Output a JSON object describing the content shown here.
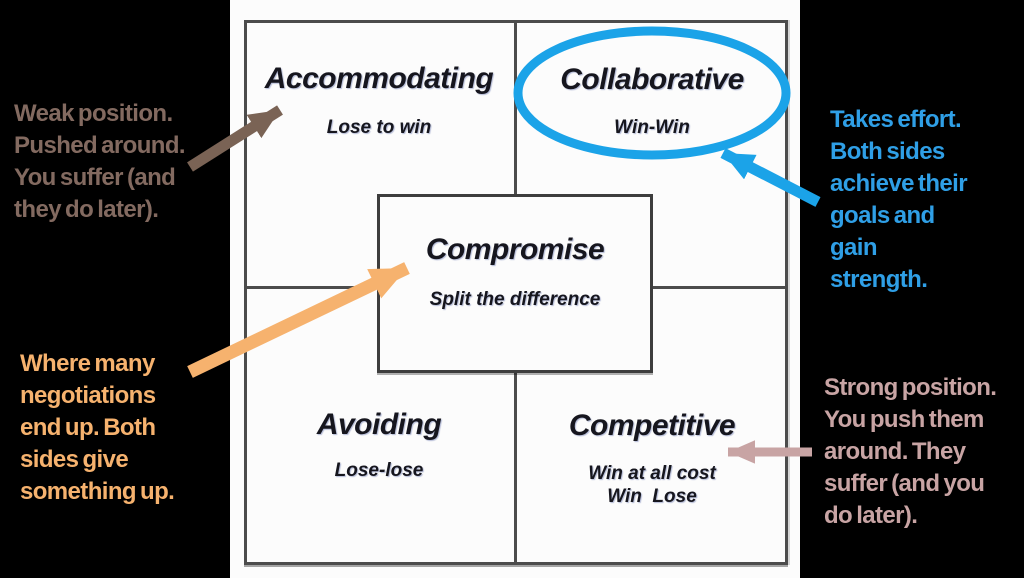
{
  "colors": {
    "background": "#000000",
    "panel": "#fcfcfc",
    "frame": "#4c4c4c",
    "centerBoxBorder": "#3d3d3d",
    "label": "#16161e",
    "brown": "#7a6355",
    "brownText": "#836a60",
    "blue": "#2f9fe6",
    "blueEllipse": "#1ba3e8",
    "orange": "#f6b26e",
    "pink": "#c8a4a4"
  },
  "matrix": {
    "quadrants": {
      "accommodating": {
        "title": "Accommodating",
        "subtitle": "Lose to win"
      },
      "collaborative": {
        "title": "Collaborative",
        "subtitle": "Win-Win",
        "highlighted": true
      },
      "avoiding": {
        "title": "Avoiding",
        "subtitle": "Lose-lose"
      },
      "competitive": {
        "title": "Competitive",
        "subtitle": "Win at all cost\nWin  Lose"
      }
    },
    "center": {
      "title": "Compromise",
      "subtitle": "Split the difference"
    }
  },
  "annotations": {
    "weak": {
      "text": "Weak position.\nPushed around.\nYou suffer (and\nthey do later).",
      "points_to": "accommodating"
    },
    "takesEffort": {
      "text": "Takes effort.\nBoth sides\nachieve their\ngoals and\ngain\nstrength.",
      "points_to": "collaborative"
    },
    "whereMany": {
      "text": "Where many\nnegotiations\nend up. Both\nsides give\nsomething up.",
      "points_to": "compromise"
    },
    "strong": {
      "text": "Strong position.\nYou push them\naround. They\nsuffer (and you\ndo later).",
      "points_to": "competitive"
    }
  }
}
